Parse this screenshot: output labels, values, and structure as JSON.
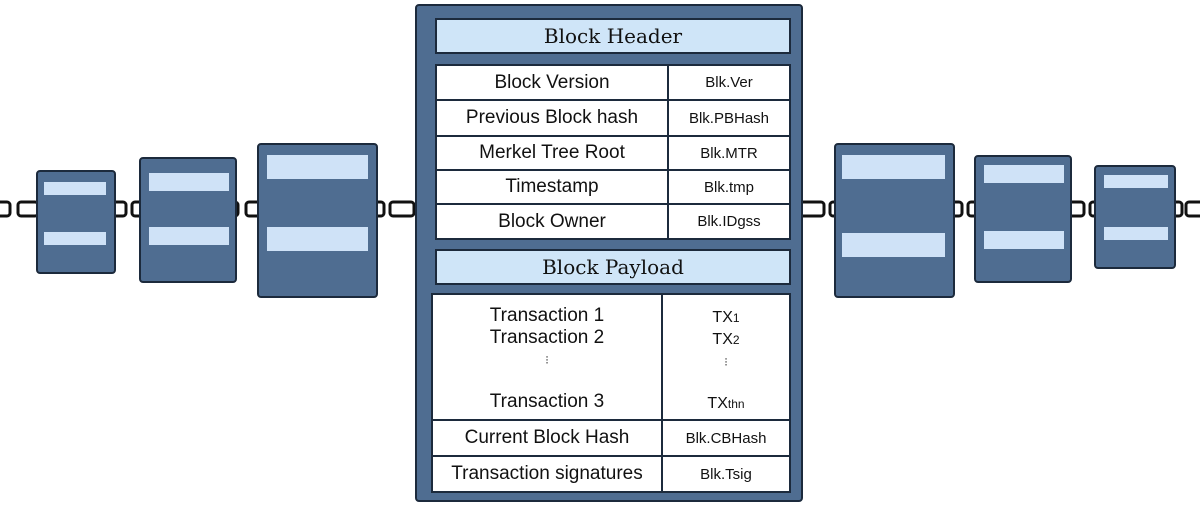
{
  "header": {
    "title": "Block Header",
    "rows": [
      {
        "label": "Block Version",
        "value": "Blk.Ver"
      },
      {
        "label": "Previous Block hash",
        "value": "Blk.PBHash"
      },
      {
        "label": "Merkel Tree Root",
        "value": "Blk.MTR"
      },
      {
        "label": "Timestamp",
        "value": "Blk.tmp"
      },
      {
        "label": "Block Owner",
        "value": "Blk.IDgss"
      }
    ]
  },
  "payload": {
    "title": "Block Payload",
    "transactions": {
      "tx1": "Transaction 1",
      "tx2": "Transaction 2",
      "tx3": "Transaction 3",
      "code1_base": "TX",
      "code1_sfx": "1",
      "code2_base": "TX",
      "code2_sfx": "2",
      "code3_base": "TX",
      "code3_sfx": "thn",
      "dots": "⁝"
    },
    "rows": [
      {
        "label": "Current Block Hash",
        "value": "Blk.CBHash"
      },
      {
        "label": "Transaction signatures",
        "value": "Blk.Tsig"
      }
    ]
  },
  "colors": {
    "block_fill": "#4f6d91",
    "block_border": "#1c2a3c",
    "title_fill": "#cfe5f8",
    "bar_fill": "#cfe2f7"
  }
}
